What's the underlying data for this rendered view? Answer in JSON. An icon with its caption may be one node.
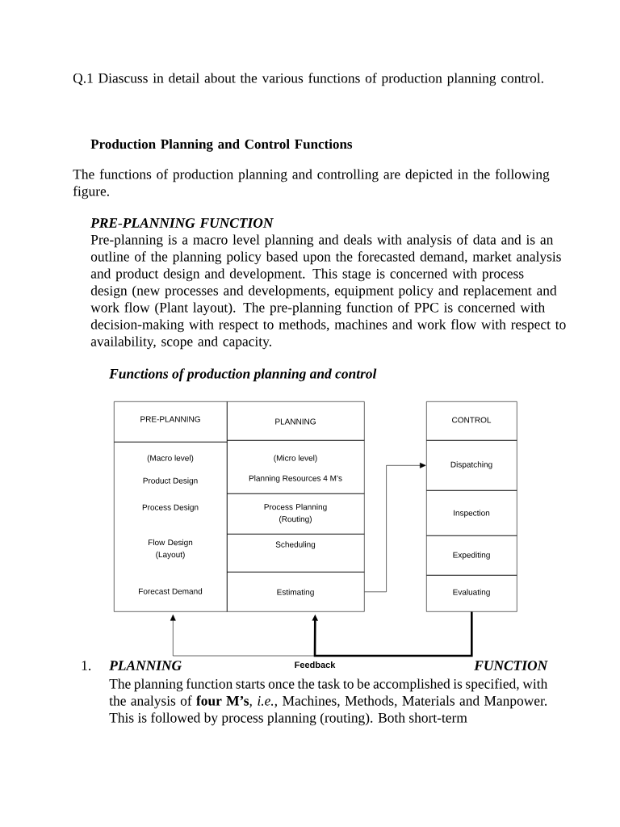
{
  "diagram": {
    "title": "Functions of production planning and control",
    "nodes": [
      {
        "text": [
          "PRE-PLANNING"
        ]
      },
      {
        "text": [
          "(Macro level)",
          "Product Design",
          "Process Design",
          "Flow Design (Layout)",
          "Forecast Demand"
        ]
      },
      {
        "text": [
          "PLANNING"
        ]
      },
      {
        "text": [
          "(Micro level)",
          "Planning Resources 4 M’s"
        ]
      },
      {
        "text": [
          "Process Planning (Routing)"
        ]
      },
      {
        "text": [
          "Scheduling"
        ]
      },
      {
        "text": [
          "Estimating"
        ]
      },
      {
        "text": [
          "CONTROL"
        ]
      },
      {
        "text": [
          "Dispatching"
        ]
      },
      {
        "text": [
          "Inspection"
        ]
      },
      {
        "text": [
          "Expediting"
        ]
      },
      {
        "text": [
          "Evaluating"
        ]
      }
    ],
    "edges": [
      {
        "from": 6,
        "to": 8,
        "arrow": "to"
      },
      {
        "from": 11,
        "to": 1,
        "arrow": "to"
      },
      {
        "from": 11,
        "to": 6,
        "arrow": "to",
        "style": "thick",
        "label": "Feedback"
      }
    ],
    "labels": [
      "Q.1 Diascuss in detail about the various functions of production planning control.",
      "Production Planning and Control Functions",
      "The functions of production planning and controlling are depicted in the following figure.",
      "PRE-PLANNING FUNCTION",
      "Pre-planning is a macro level planning and deals with analysis of data and is an outline of the planning policy based upon the forecasted demand, market analysis and product design and development. This stage is concerned with process design (new processes and developments, equipment policy and replacement and work flow (Plant layout). The pre-planning function of PPC is concerned with decision-making with respect to methods, machines and work flow with respect to availability, scope and capacity.",
      "1.",
      "PLANNING",
      "FUNCTION",
      "The planning function starts once the task to be accomplished is specified, with the analysis of **four M’s**, *i.e.*, Machines, Methods, Materials and Manpower. This is followed by process planning (routing). Both short-term"
    ]
  }
}
